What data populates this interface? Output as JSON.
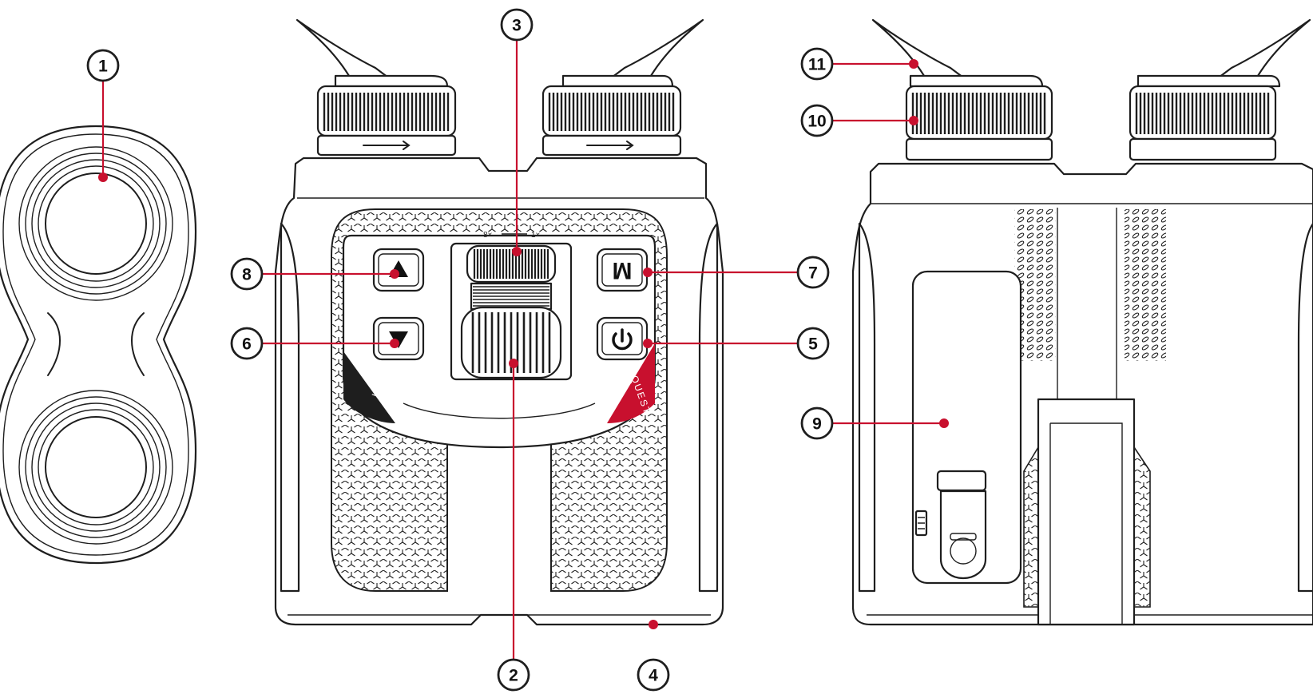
{
  "diagram": {
    "callouts": [
      {
        "id": "1",
        "label": "1"
      },
      {
        "id": "2",
        "label": "2"
      },
      {
        "id": "3",
        "label": "3"
      },
      {
        "id": "4",
        "label": "4"
      },
      {
        "id": "5",
        "label": "5"
      },
      {
        "id": "6",
        "label": "6"
      },
      {
        "id": "7",
        "label": "7"
      },
      {
        "id": "8",
        "label": "8"
      },
      {
        "id": "9",
        "label": "9"
      },
      {
        "id": "10",
        "label": "10"
      },
      {
        "id": "11",
        "label": "11"
      }
    ],
    "buttons": {
      "mode_label": "M"
    },
    "side_labels": {
      "left": "HSOR",
      "right": "QUEST"
    },
    "zoom_scale": {
      "min": "1×",
      "max": "8×"
    },
    "colors": {
      "accent": "#c8102e",
      "outline": "#1e1e1e"
    }
  }
}
